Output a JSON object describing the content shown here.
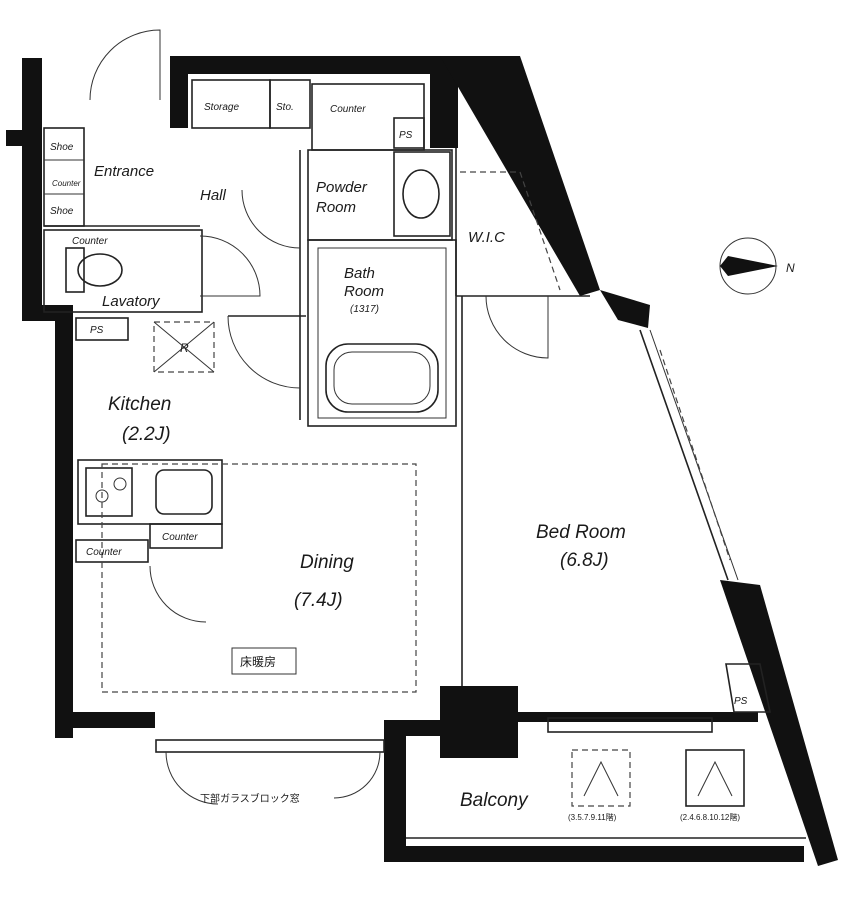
{
  "rooms": {
    "entrance": "Entrance",
    "hall": "Hall",
    "storage": "Storage",
    "storage_small": "Sto.",
    "shoe_top": "Shoe",
    "shoe_bottom": "Shoe",
    "counter_entrance": "Counter",
    "counter_powder": "Counter",
    "ps_powder": "PS",
    "powder_line1": "Powder",
    "powder_line2": "Room",
    "wic": "W.I.C",
    "lavatory": "Lavatory",
    "counter_lavatory": "Counter",
    "bath_line1": "Bath",
    "bath_line2": "Room",
    "bath_size": "(1317)",
    "ps_kitchen": "PS",
    "fridge_mark": "R",
    "kitchen": "Kitchen",
    "kitchen_size": "(2.2J)",
    "counter_left": "Counter",
    "counter_right": "Counter",
    "dining": "Dining",
    "dining_size": "(7.4J)",
    "floor_heating": "床暖房",
    "bedroom": "Bed Room",
    "bedroom_size": "(6.8J)",
    "ps_bedroom": "PS",
    "balcony": "Balcony",
    "glass_block_note": "下部ガラスブロック窓",
    "hatch_left": "(3.5.7.9.11階)",
    "hatch_right": "(2.4.6.8.10.12階)",
    "compass_letter": "N"
  }
}
